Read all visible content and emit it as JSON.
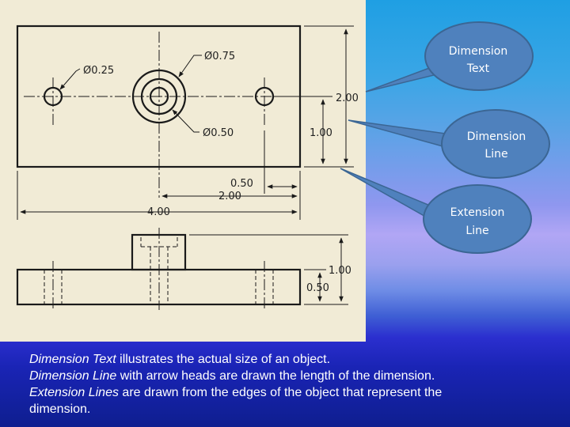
{
  "drawing": {
    "dims": {
      "hole_small_dia": "Ø0.25",
      "boss_outer_dia": "Ø0.75",
      "boss_inner_dia": "Ø0.50",
      "overall_height": "2.00",
      "hole_offset_height": "1.00",
      "hole_offset_x": "0.50",
      "boss_center_x": "2.00",
      "overall_width": "4.00",
      "front_total_height": "1.00",
      "front_base_height": "0.50"
    }
  },
  "callouts": {
    "dimension_text": [
      "Dimension",
      "Text"
    ],
    "dimension_line": [
      "Dimension",
      "Line"
    ],
    "extension_line": [
      "Extension",
      "Line"
    ]
  },
  "caption": {
    "line1_term": "Dimension Text",
    "line1_rest": " illustrates the actual size of an object.",
    "line2_term": "Dimension Line",
    "line2_rest": " with arrow heads  are drawn the length of the dimension.",
    "line3_term": "Extension Lines",
    "line3_rest": " are drawn from the edges of the object that represent the",
    "line4": "dimension."
  },
  "colors": {
    "callout_fill": "#4f81bd",
    "callout_stroke": "#3b6694",
    "paper": "#f1ebd6"
  }
}
